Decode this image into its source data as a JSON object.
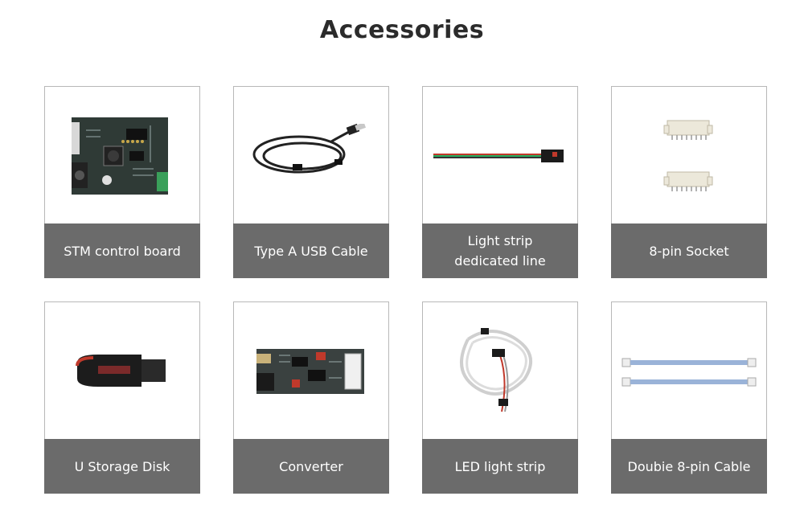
{
  "title": "Accessories",
  "items": [
    {
      "label": "STM control board",
      "icon": "circuit-board-icon"
    },
    {
      "label": "Type A USB Cable",
      "icon": "usb-cable-icon"
    },
    {
      "label": "Light strip\ndedicated line",
      "icon": "light-strip-line-icon"
    },
    {
      "label": "8-pin Socket",
      "icon": "pin-socket-icon"
    },
    {
      "label": "U Storage Disk",
      "icon": "usb-flash-drive-icon"
    },
    {
      "label": "Converter",
      "icon": "converter-board-icon"
    },
    {
      "label": "LED light strip",
      "icon": "led-strip-icon"
    },
    {
      "label": "Doubie 8-pin Cable",
      "icon": "ribbon-cable-icon"
    }
  ],
  "colors": {
    "label_bg": "#6b6b6b",
    "border": "#b8b8b8",
    "title": "#2b2b2b"
  }
}
